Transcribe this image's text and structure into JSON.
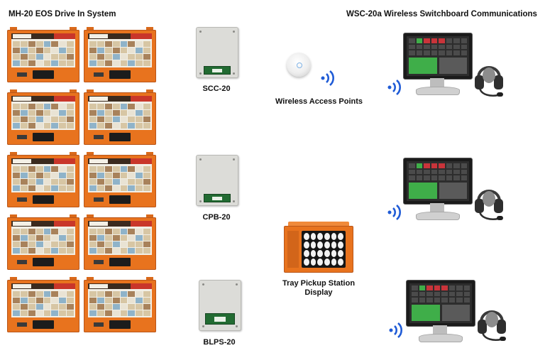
{
  "titles": {
    "left": "MH-20 EOS Drive In System",
    "right": "WSC-20a Wireless Switchboard Communications"
  },
  "labels": {
    "scc": "SCC-20",
    "cpb": "CPB-20",
    "blps": "BLPS-20",
    "wap": "Wireless Access Points",
    "tray_line1": "Tray Pickup Station",
    "tray_line2": "Display"
  },
  "colors": {
    "orange": "#e8731e",
    "wifi_blue": "#1f5bd6",
    "green": "#3fae49",
    "red": "#c9343a"
  },
  "icons": [
    "wifi-icon",
    "headset-icon",
    "access-point-icon",
    "terminal-icon",
    "menu-board-icon",
    "control-box-icon"
  ]
}
